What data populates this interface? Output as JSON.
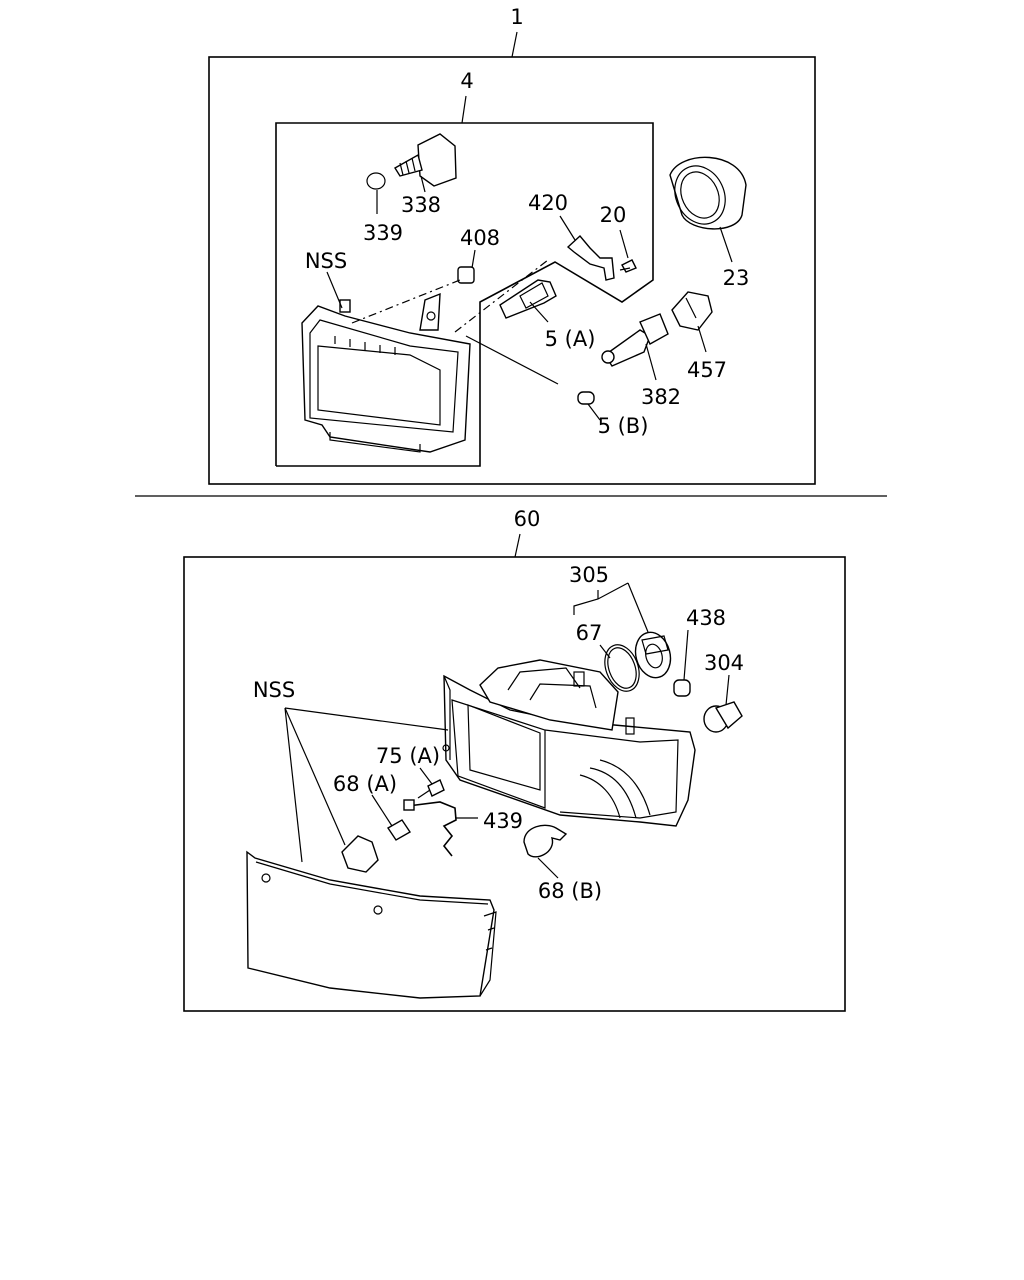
{
  "diagram": {
    "upper_assembly": {
      "callout": "1",
      "sub_assembly": {
        "callout": "4",
        "parts": {
          "p339": "339",
          "p338": "338",
          "p408": "408",
          "nss": "NSS",
          "p420": "420",
          "p20": "20",
          "p5a": "5 (A)",
          "p5b": "5 (B)"
        }
      },
      "parts": {
        "p23": "23",
        "p382": "382",
        "p457": "457"
      }
    },
    "lower_assembly": {
      "callout": "60",
      "parts": {
        "p305": "305",
        "p67": "67",
        "p438": "438",
        "p304": "304",
        "nss": "NSS",
        "p75a": "75 (A)",
        "p68a": "68 (A)",
        "p439": "439",
        "p68b": "68 (B)"
      }
    }
  }
}
